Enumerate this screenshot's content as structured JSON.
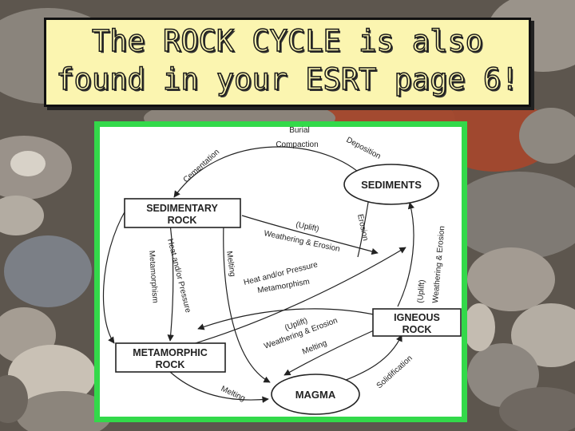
{
  "slide": {
    "title_line1": "The ROCK CYCLE is also",
    "title_line2": "found in your ESRT page 6!"
  },
  "diagram": {
    "nodes": {
      "sediments": "SEDIMENTS",
      "sedimentary_1": "SEDIMENTARY",
      "sedimentary_2": "ROCK",
      "metamorphic_1": "METAMORPHIC",
      "metamorphic_2": "ROCK",
      "igneous_1": "IGNEOUS",
      "igneous_2": "ROCK",
      "magma": "MAGMA"
    },
    "labels": {
      "burial": "Burial",
      "compaction": "Compaction",
      "deposition": "Deposition",
      "cementation": "Cementation",
      "erosion": "Erosion",
      "uplift1": "(Uplift)",
      "weathering1": "Weathering & Erosion",
      "heat_pressure1": "Heat and/or Pressure",
      "metamorphism1": "Metamorphism",
      "melting1": "Melting",
      "heat_pressure2": "Heat and/or Pressure",
      "metamorphism2": "Metamorphism",
      "uplift2": "(Uplift)",
      "weathering2": "Weathering & Erosion",
      "uplift3": "(Uplift)",
      "weathering3": "Weathering & Erosion",
      "melting2": "Melting",
      "solidification": "Solidification",
      "melting3": "Melting"
    }
  },
  "colors": {
    "panel_border": "#33d94a",
    "title_bg": "#fbf5b0"
  }
}
